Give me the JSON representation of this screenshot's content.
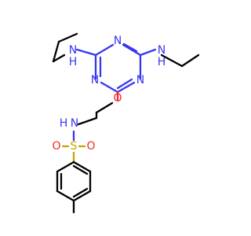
{
  "molecule": {
    "atoms": {
      "n_amine_left": "N",
      "h_amine_left": "H",
      "n_amine_right": "N",
      "h_amine_right": "H",
      "n_ring_top": "N",
      "n_ring_left": "N",
      "n_ring_right": "N",
      "o_ether": "O",
      "n_sulfonamide": "N",
      "h_sulfonamide": "H",
      "s_sulfonyl": "S",
      "o_sulfonyl_left": "O",
      "o_sulfonyl_right": "O"
    },
    "colors": {
      "carbon_bond": "#000000",
      "nitrogen": "#3737f0",
      "oxygen": "#ee2b2b",
      "sulfur": "#c7a400"
    }
  }
}
